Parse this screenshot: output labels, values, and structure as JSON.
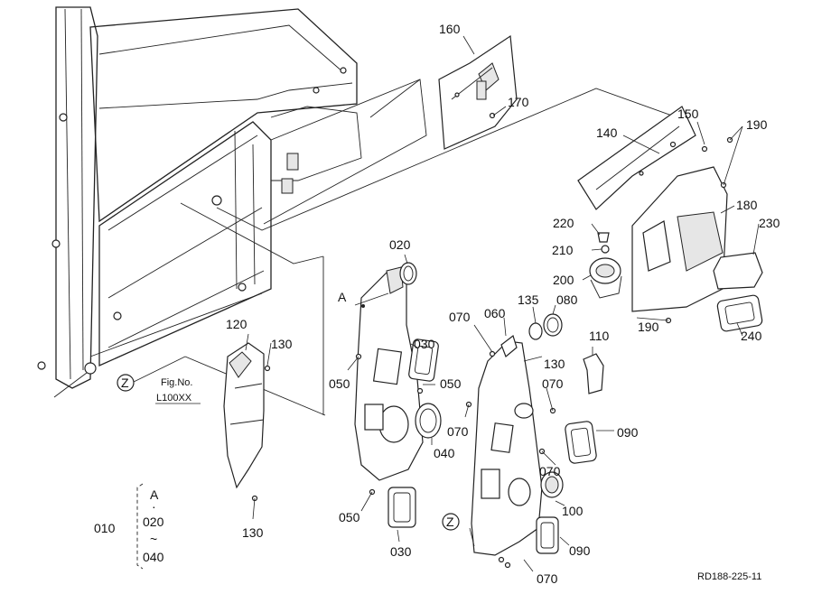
{
  "diagram": {
    "labels": {
      "p010": "010",
      "p020": "020",
      "p030a": "030",
      "p030b": "030",
      "p040": "040",
      "p050a": "050",
      "p050b": "050",
      "p050c": "050",
      "p060": "060",
      "p070a": "070",
      "p070b": "070",
      "p070c": "070",
      "p070d": "070",
      "p070e": "070",
      "p080": "080",
      "p090a": "090",
      "p090b": "090",
      "p100": "100",
      "p110": "110",
      "p120": "120",
      "p130a": "130",
      "p130b": "130",
      "p130c": "130",
      "p135": "135",
      "p140": "140",
      "p150": "150",
      "p160": "160",
      "p170": "170",
      "p180": "180",
      "p190a": "190",
      "p190b": "190",
      "p200": "200",
      "p210": "210",
      "p220": "220",
      "p230": "230",
      "p240": "240"
    },
    "ref_a": "A",
    "ref_z1": "Z",
    "ref_z2": "Z",
    "fig_no": "Fig.No.",
    "fig_ref": "L100XX",
    "group_a": "A",
    "group_dot": "·",
    "group_from": "020",
    "group_tilde": "~",
    "group_to": "040",
    "drawing_code": "RD188-225-11"
  }
}
